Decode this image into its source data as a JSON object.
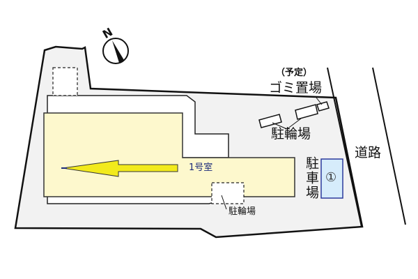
{
  "compass": {
    "label": "N",
    "icon": "north-arrow-icon"
  },
  "labels": {
    "garbage_planned": "（予定）",
    "garbage_area": "ゴミ置場",
    "bicycle_parking_right": "駐輪場",
    "bicycle_parking_bottom": "駐輪場",
    "road": "道路",
    "parking": "駐車場",
    "parking_space_number": "①",
    "unit": "1号室"
  },
  "colors": {
    "lot_fill": "#f2f2f2",
    "building_fill": "#fdf8cd",
    "arrow_fill": "#f2ea1c",
    "parking_fill": "#d6ecfb",
    "parking_border": "#2b3a9c",
    "line": "#111111"
  }
}
